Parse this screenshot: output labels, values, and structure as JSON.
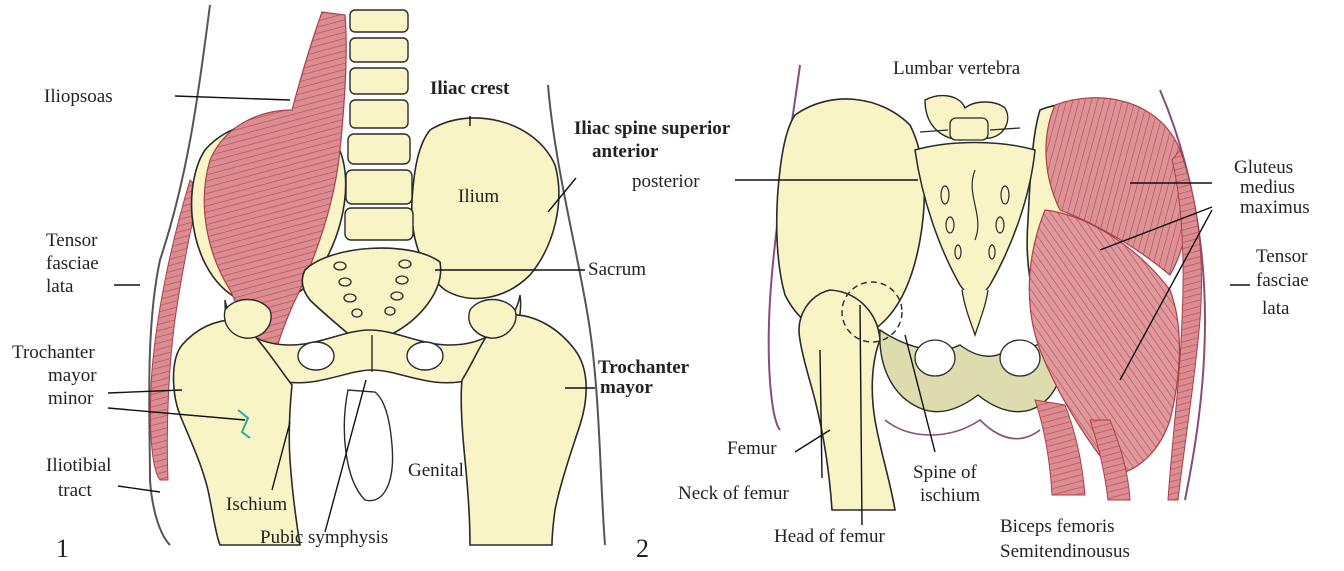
{
  "panel1": {
    "number": "1",
    "labels": {
      "iliopsoas": "Iliopsoas",
      "iliac_crest": "Iliac crest",
      "iliac_spine_1": "Iliac spine superior",
      "iliac_spine_2": "anterior",
      "ilium": "Ilium",
      "tensor_1": "Tensor",
      "tensor_2": "fasciae",
      "tensor_3": "lata",
      "sacrum": "Sacrum",
      "trochanter_1": "Trochanter",
      "trochanter_2": "mayor",
      "trochanter_3": "minor",
      "trochanter_mayor_1": "Trochanter",
      "trochanter_mayor_2": "mayor",
      "iliotibial_1": "Iliotibial",
      "iliotibial_2": "tract",
      "ischium": "Ischium",
      "genital": "Genital",
      "pubic_symphysis": "Pubic symphysis"
    }
  },
  "panel2": {
    "number": "2",
    "labels": {
      "lumbar_vertebra": "Lumbar vertebra",
      "posterior": "posterior",
      "gluteus_1": "Gluteus",
      "gluteus_2": "medius",
      "gluteus_3": "maximus",
      "tensor_1": "Tensor",
      "tensor_2": "fasciae",
      "tensor_3": "lata",
      "femur": "Femur",
      "neck_of_femur": "Neck of femur",
      "spine_1": "Spine of",
      "spine_2": "ischium",
      "head_of_femur": "Head of femur",
      "biceps": "Biceps femoris",
      "semitendinosus": "Semitendinousus"
    }
  },
  "colors": {
    "bone_fill": "#f8f4c6",
    "bone_stroke": "#2a2a2a",
    "muscle_fill": "#d9868b",
    "muscle_stroke": "#a8404a",
    "skin_stroke": "#8a4a7a",
    "cartilage": "#dcdcae",
    "ligament": "#2fa7a0"
  }
}
